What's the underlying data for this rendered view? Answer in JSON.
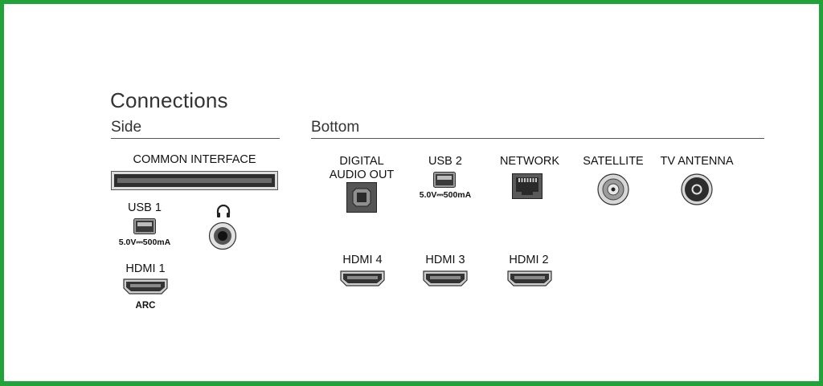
{
  "title": "Connections",
  "sections": {
    "side": "Side",
    "bottom": "Bottom"
  },
  "side": {
    "common_interface": "COMMON INTERFACE",
    "usb1": {
      "label": "USB 1",
      "spec": "5.0V⎓500mA"
    },
    "hdmi1": {
      "label": "HDMI 1",
      "sub": "ARC"
    },
    "headphone_icon": "headphone-icon"
  },
  "bottom": {
    "digital_audio_out": {
      "line1": "DIGITAL",
      "line2": "AUDIO OUT"
    },
    "usb2": {
      "label": "USB 2",
      "spec": "5.0V⎓500mA"
    },
    "network": "NETWORK",
    "satellite": "SATELLITE",
    "tv_antenna": "TV ANTENNA",
    "hdmi4": "HDMI 4",
    "hdmi3": "HDMI 3",
    "hdmi2": "HDMI 2"
  },
  "colors": {
    "border": "#21a33a",
    "port": "#3a3a3a"
  }
}
